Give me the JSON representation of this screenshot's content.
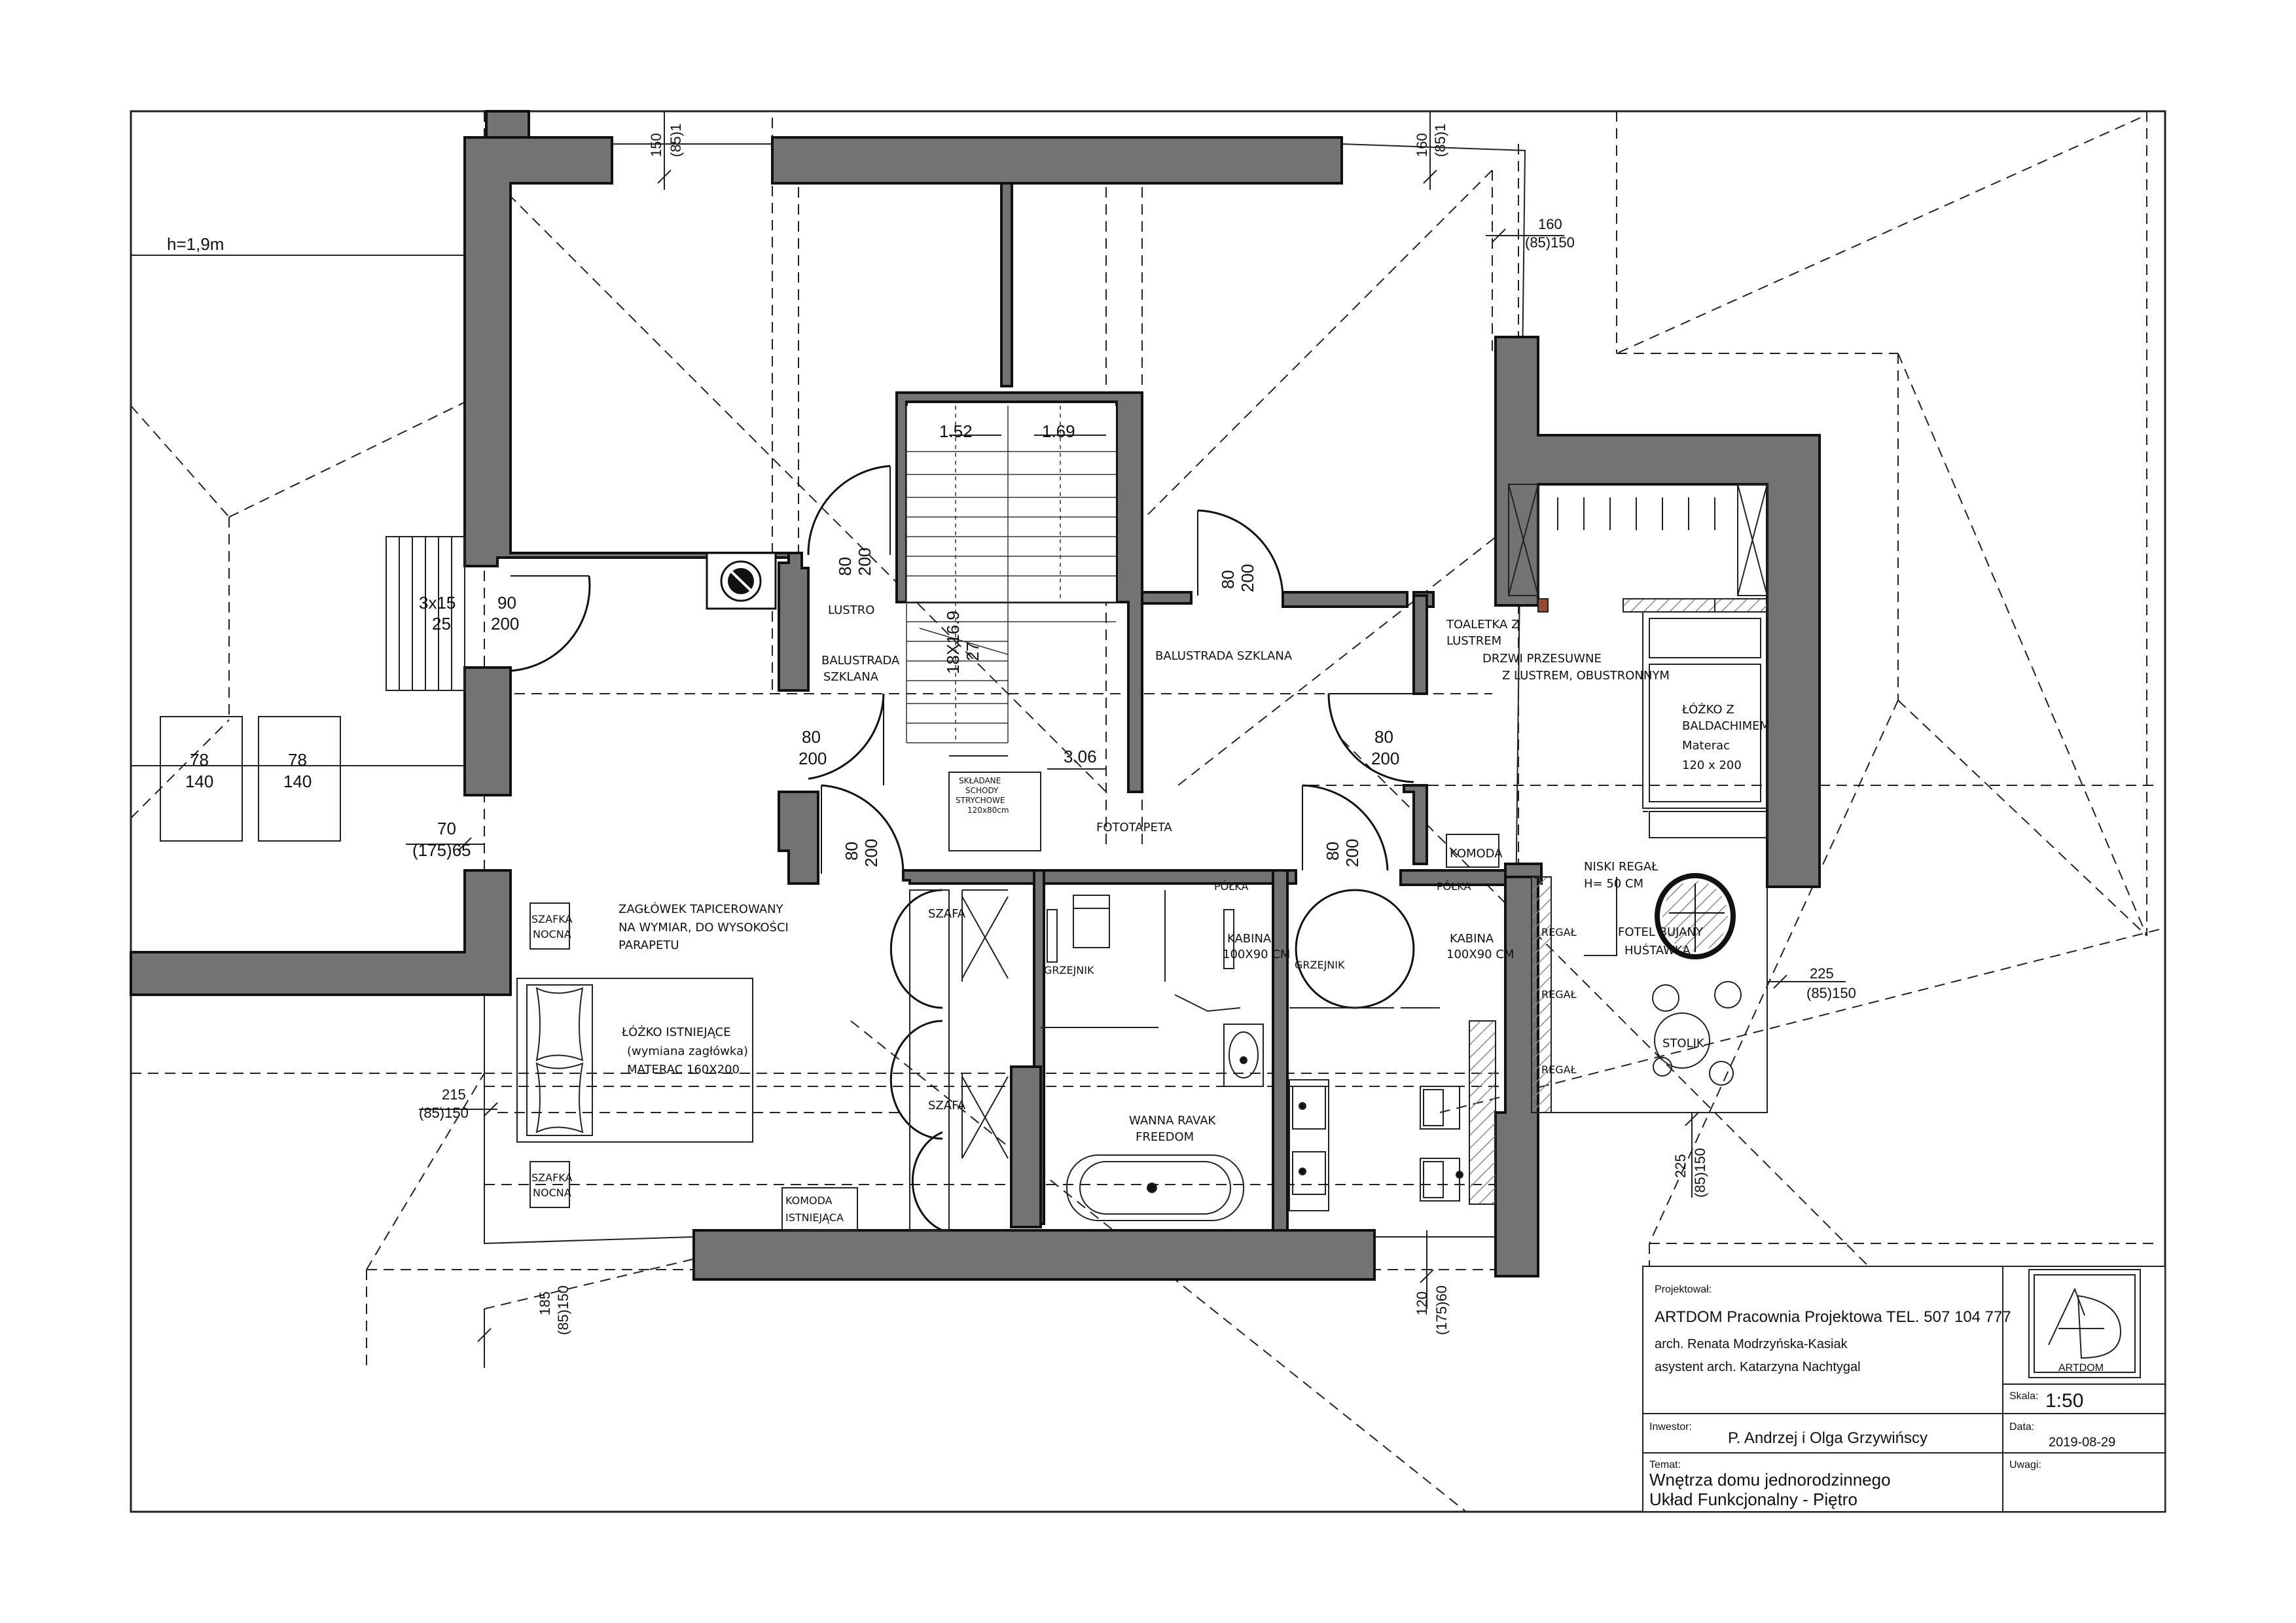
{
  "colors": {
    "wall": "#737373",
    "wall_stroke": "#111111",
    "line": "#222222",
    "hatch": "#9a9a9a"
  },
  "labels": {
    "height_note": "h=1,9m",
    "dim_150_top": "150",
    "dim_85_top": "(85)1",
    "dim_160_top": "160",
    "dim_85b_top": "(85)1",
    "dim_160_right": "160",
    "dim_85_150_right": "(85)150",
    "level_152": "1.52",
    "level_169": "1.69",
    "level_306": "3.06",
    "door_80": "80",
    "door_200": "200",
    "window_3x15": "3x15",
    "window_25": "25",
    "door_90": "90",
    "skylight_78": "78",
    "skylight_140": "140",
    "dim_70": "70",
    "dim_175_65": "(175)65",
    "lustro": "LUSTRO",
    "balustrada": "BALUSTRADA",
    "szklana": "SZKLANA",
    "balustrada_szklana": "BALUSTRADA SZKLANA",
    "stairs_18x169": "18X16.9",
    "stairs_27": "27",
    "attic_stairs_1": "SKŁADANE",
    "attic_stairs_2": "SCHODY",
    "attic_stairs_3": "STRYCHOWE",
    "attic_stairs_4": "120x80cm",
    "toaletka_1": "TOALETKA Z",
    "toaletka_2": "LUSTREM",
    "drzwi_1": "DRZWI PRZESUWNE",
    "drzwi_2": "Z LUSTREM, OBUSTRONNYM",
    "bed_right_1": "ŁÓŻKO Z",
    "bed_right_2": "BALDACHIMEM",
    "bed_right_3": "Materac",
    "bed_right_4": "120 x 200",
    "komoda": "KOMODA",
    "niski_regal_1": "NISKI REGAŁ",
    "niski_regal_2": "H= 50 CM",
    "fotel_1": "FOTEL BUJANY",
    "fotel_2": "HUŚTAWKA",
    "regal": "REGAŁ",
    "stolik": "STOLIK",
    "dim_225": "225",
    "dim_85_150": "(85)150",
    "fototapeta": "FOTOTAPETA",
    "polka": "PÓŁKA",
    "szafa": "SZAFA",
    "grzejnik": "GRZEJNIK",
    "kabina_1": "KABINA",
    "kabina_2": "100X90 CM",
    "wanna_1": "WANNA RAVAK",
    "wanna_2": "FREEDOM",
    "szafka_1": "SZAFKA",
    "szafka_2": "NOCNA",
    "zaglowek_1": "ZAGŁÓWEK TAPICEROWANY",
    "zaglowek_2": "NA WYMIAR, DO WYSOKOŚCI",
    "zaglowek_3": "PARAPETU",
    "bed_left_1": "ŁÓŻKO ISTNIEJĄCE",
    "bed_left_2": "(wymiana zagłówka)",
    "bed_left_3": "MATERAC 160X200",
    "komoda_ist_1": "KOMODA",
    "komoda_ist_2": "ISTNIEJĄCA",
    "dim_215": "215",
    "dim_185": "185",
    "dim_120": "120",
    "dim_175_60": "(175)60"
  },
  "title_block": {
    "designed_label": "Projektował:",
    "firm": "ARTDOM Pracownia Projektowa TEL. 507 104 777",
    "architect": "arch. Renata Modrzyńska-Kasiak",
    "assistant": "asystent arch. Katarzyna Nachtygal",
    "logo_text": "ARTDOM",
    "scale_label": "Skala:",
    "scale": "1:50",
    "investor_label": "Inwestor:",
    "investor": "P. Andrzej i Olga Grzywińscy",
    "date_label": "Data:",
    "date": "2019-08-29",
    "topic_label": "Temat:",
    "topic_1": "Wnętrza domu jednorodzinnego",
    "topic_2": "Układ Funkcjonalny - Piętro",
    "notes_label": "Uwagi:"
  }
}
